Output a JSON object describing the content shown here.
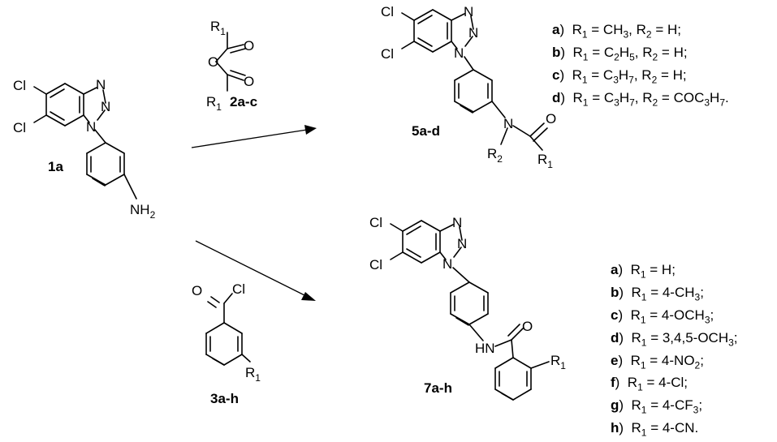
{
  "labels": {
    "start": "1a",
    "anhydride": "2a-c",
    "acyl_chloride": "3a-h",
    "amide_product": "5a-d",
    "benzamide_product": "7a-h"
  },
  "atoms": {
    "cl": "Cl",
    "n": "N",
    "nh2": "NH",
    "sub2": "2",
    "o": "O",
    "hn": "HN",
    "r": "R",
    "r1sub": "1",
    "r2sub": "2"
  },
  "list_5": [
    {
      "key": "a",
      "text": "R1 = CH3, R2 = H;"
    },
    {
      "key": "b",
      "text": "R1 = C2H5, R2 = H;"
    },
    {
      "key": "c",
      "text": "R1 = C3H7, R2 = H;"
    },
    {
      "key": "d",
      "text": "R1 = C3H7, R2 = COC3H7."
    }
  ],
  "list_7": [
    {
      "key": "a",
      "text": "R1 = H;"
    },
    {
      "key": "b",
      "text": "R1 = 4-CH3;"
    },
    {
      "key": "c",
      "text": "R1 = 4-OCH3;"
    },
    {
      "key": "d",
      "text": "R1 = 3,4,5-OCH3;"
    },
    {
      "key": "e",
      "text": "R1 = 4-NO2;"
    },
    {
      "key": "f",
      "text": "R1 = 4-Cl;"
    },
    {
      "key": "g",
      "text": "R1 = 4-CF3;"
    },
    {
      "key": "h",
      "text": "R1 = 4-CN."
    }
  ]
}
